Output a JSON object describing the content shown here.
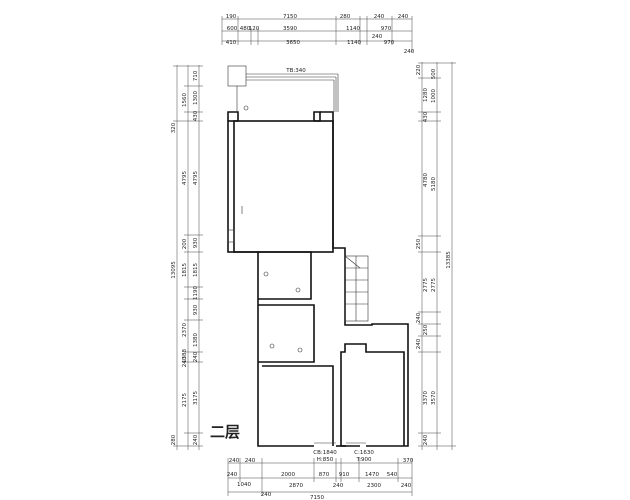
{
  "floor_label": "二层",
  "top_dims": {
    "row1": [
      "190",
      "7150",
      "280",
      "240",
      "240"
    ],
    "row2": [
      "600",
      "480",
      "120",
      "3590",
      "1140",
      "970"
    ],
    "row3": [
      "410",
      "3650",
      "1140",
      "240",
      "970"
    ],
    "row4": [
      "240"
    ]
  },
  "bottom_dims": {
    "row1": [
      "240",
      "240",
      "2000",
      "870",
      "910",
      "1470",
      "540",
      "370"
    ],
    "row2": [
      "240",
      "1040",
      "2870",
      "240",
      "2300",
      "240"
    ],
    "row3": [
      "240",
      "7150"
    ]
  },
  "left_dims": {
    "outer": [
      "320",
      "13095",
      "280"
    ],
    "mid": [
      "1560",
      "4795",
      "200",
      "1815",
      "2370",
      "1388",
      "2175"
    ],
    "inner": [
      "710",
      "1300",
      "430",
      "4795",
      "930",
      "1815",
      "1190",
      "930",
      "1380",
      "240",
      "240",
      "3175",
      "240"
    ]
  },
  "right_dims": {
    "outer": [
      "220",
      "13385"
    ],
    "mid": [
      "500",
      "1000",
      "5180",
      "2775",
      "3570"
    ],
    "inner": [
      "1280",
      "430",
      "4780",
      "250",
      "2775",
      "240",
      "250",
      "240",
      "3370",
      "240"
    ]
  },
  "plan_labels": {
    "top_pipe": "TB:340",
    "bottom_left_1": "CB:1840",
    "bottom_left_2": "H:850",
    "bottom_right_1": "C:1630",
    "bottom_right_2": "T:900"
  }
}
